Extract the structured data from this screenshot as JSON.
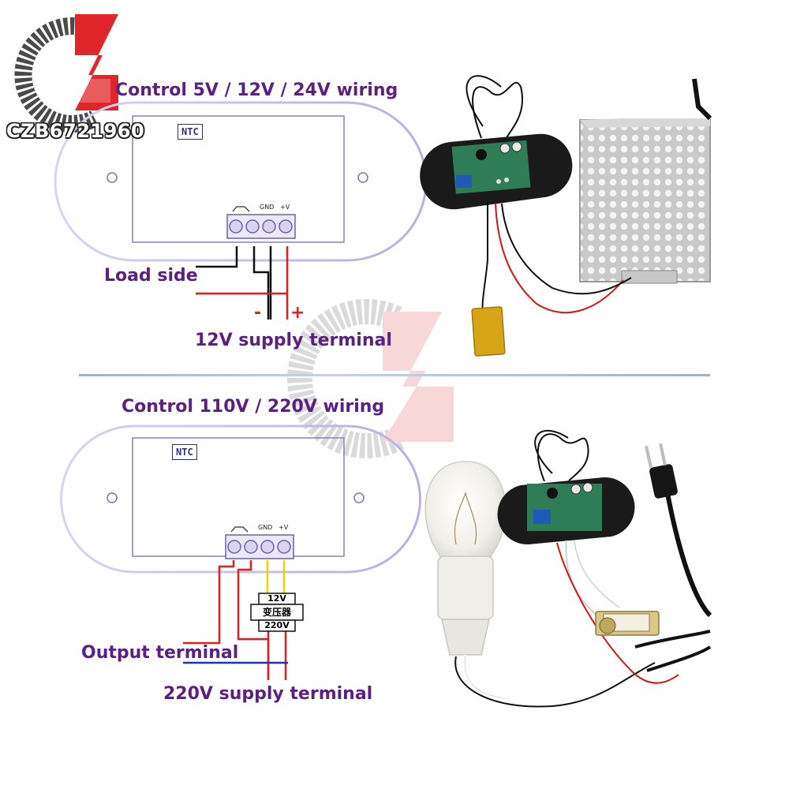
{
  "brand": {
    "text": "CZB6721960",
    "logo_colors": {
      "gray": "#4a4a4a",
      "red": "#e0262a",
      "watermark_gray": "#bdbdbd",
      "watermark_red": "#f2b7b7"
    }
  },
  "top_section": {
    "title": "Control 5V / 12V / 24V wiring",
    "ntc_label": "NTC",
    "terminal_labels": {
      "gnd": "GND",
      "vplus": "+V"
    },
    "load_side": "Load side",
    "minus": "-",
    "plus": "+",
    "supply": "12V supply terminal"
  },
  "bottom_section": {
    "title": "Control 110V / 220V wiring",
    "ntc_label": "NTC",
    "terminal_labels": {
      "gnd": "GND",
      "vplus": "+V"
    },
    "transformer": {
      "top": "12V",
      "middle": "变压器",
      "bottom": "220V"
    },
    "output": "Output terminal",
    "supply": "220V supply terminal"
  },
  "colors": {
    "text_purple": "#5a2180",
    "outline_lavender": "#c7bfe4",
    "wire_red": "#e02020",
    "wire_black": "#111111",
    "wire_yellow": "#f0d000",
    "wire_blue": "#2030d0",
    "divider": "#9fb0c8"
  }
}
